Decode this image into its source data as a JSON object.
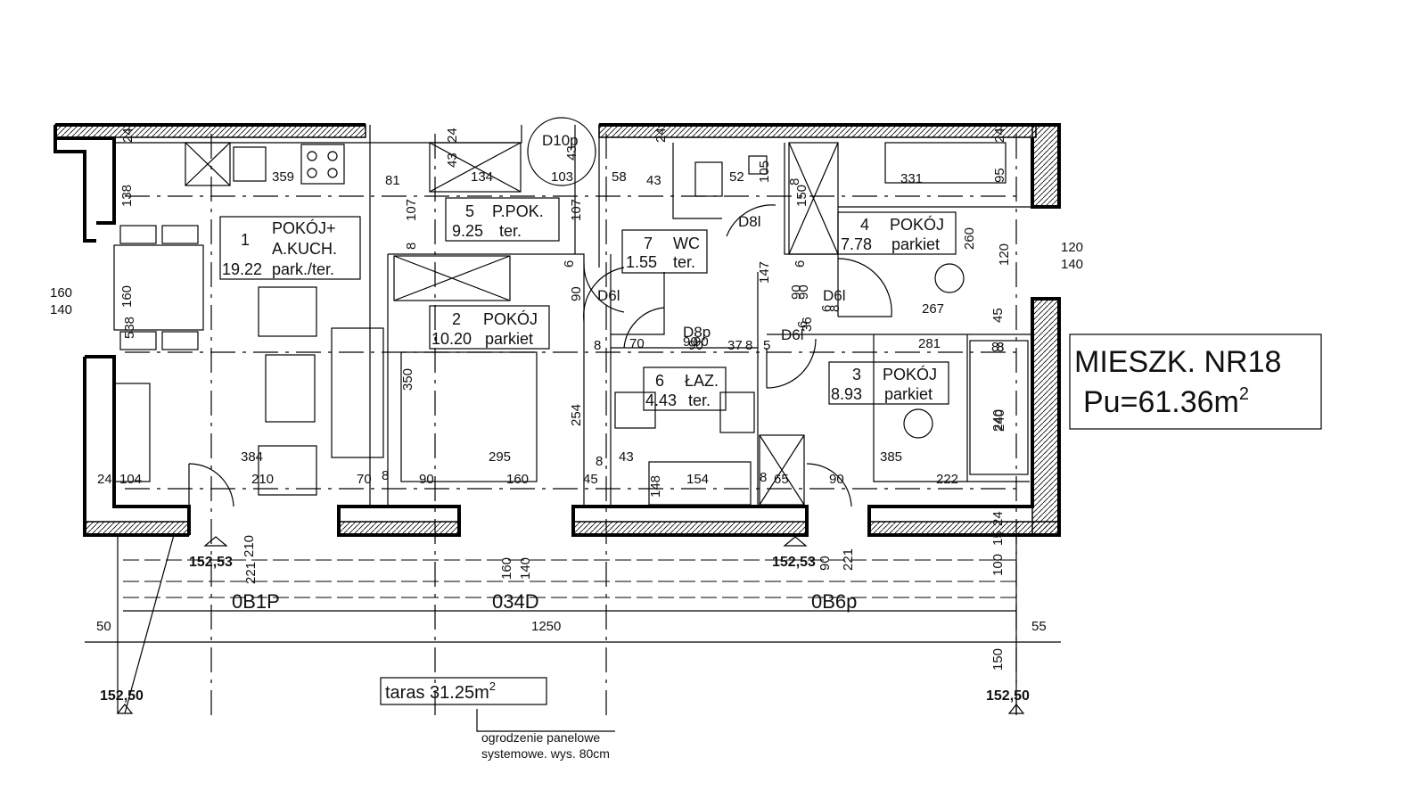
{
  "apartment": {
    "line1": "MIESZK. NR18",
    "line2": "Pu=61.36m",
    "sup": "2"
  },
  "rooms": [
    {
      "no": "1",
      "name": "POKÓJ+",
      "name2": "A.KUCH.",
      "area": "19.22",
      "floor": "park./ter."
    },
    {
      "no": "5",
      "name": "P.POK.",
      "area": "9.25",
      "floor": "ter."
    },
    {
      "no": "2",
      "name": "POKÓJ",
      "area": "10.20",
      "floor": "parkiet"
    },
    {
      "no": "7",
      "name": "WC",
      "area": "1.55",
      "floor": "ter."
    },
    {
      "no": "6",
      "name": "ŁAZ.",
      "area": "4.43",
      "floor": "ter."
    },
    {
      "no": "4",
      "name": "POKÓJ",
      "area": "7.78",
      "floor": "parkiet"
    },
    {
      "no": "3",
      "name": "POKÓJ",
      "area": "8.93",
      "floor": "parkiet"
    }
  ],
  "doors": [
    "D10p",
    "D8l",
    "D6l",
    "D6l",
    "D8p",
    "D6l"
  ],
  "windows": [
    "0B1P",
    "034D",
    "0B6p"
  ],
  "levels": [
    "152,53",
    "152,53",
    "152,50",
    "152,50"
  ],
  "terrace": {
    "label": "taras 31.25m",
    "sup": "2"
  },
  "fence": {
    "line1": "ogrodzenie panelowe",
    "line2": "systemowe. wys. 80cm"
  },
  "dims": {
    "top": [
      "24",
      "359",
      "81",
      "24",
      "43",
      "134",
      "103",
      "43",
      "24",
      "58",
      "43",
      "52",
      "105",
      "331",
      "24",
      "95"
    ],
    "inner": [
      "138",
      "107",
      "107",
      "8",
      "6",
      "90",
      "160",
      "538",
      "350",
      "254",
      "8",
      "70",
      "90",
      "37",
      "8",
      "5",
      "90",
      "147",
      "8",
      "6",
      "150",
      "90",
      "260",
      "120",
      "45",
      "267",
      "281",
      "8",
      "6",
      "36",
      "6",
      "8",
      "8",
      "240",
      "90",
      "90"
    ],
    "bottom_row": [
      "24",
      "104",
      "384",
      "210",
      "70",
      "8",
      "90",
      "295",
      "160",
      "45",
      "8",
      "43",
      "154",
      "148",
      "8",
      "65",
      "90",
      "385",
      "222",
      "240",
      "8"
    ],
    "left": [
      "160",
      "140"
    ],
    "right": [
      "120",
      "140"
    ],
    "below": [
      "210",
      "221",
      "160",
      "140",
      "90",
      "221",
      "24",
      "15",
      "100",
      "150"
    ],
    "overall": [
      "50",
      "1250",
      "55"
    ]
  }
}
